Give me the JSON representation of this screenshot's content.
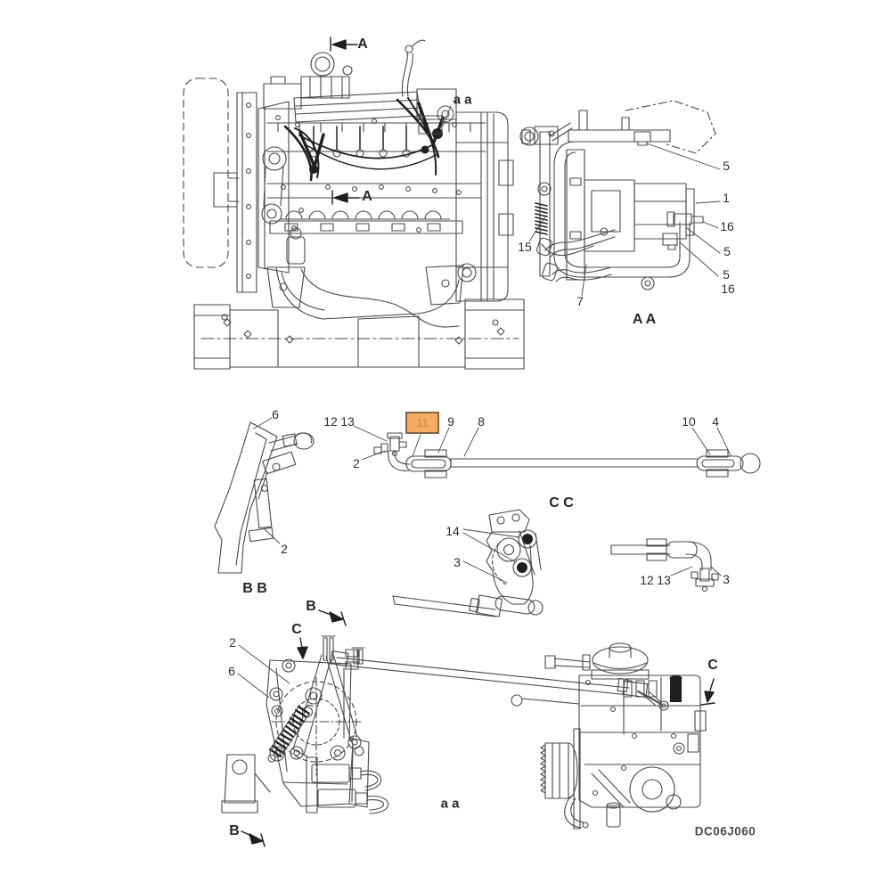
{
  "drawing": {
    "code": "DC06J060",
    "highlighted_part": "11",
    "highlight_colors": {
      "fill": "#f4ad63",
      "border": "#7d6647",
      "text": "#dd8b45"
    },
    "line_color": "#484848",
    "labels": {
      "arrow_top_a": "A",
      "arrow_mid_a": "A",
      "engine_aa": "a a",
      "aa_5_top": "5",
      "aa_1": "1",
      "aa_16_top": "16",
      "aa_5_mid": "5",
      "aa_5_bot": "5",
      "aa_16_bot": "16",
      "aa_15": "15",
      "aa_7": "7",
      "aa_title": "A A",
      "bb_6": "6",
      "bb_2": "2",
      "bb_title": "B B",
      "rod_12": "12",
      "rod_13": "13",
      "rod_2": "2",
      "rod_11": "11",
      "rod_9": "9",
      "rod_8": "8",
      "rod_10": "10",
      "rod_4": "4",
      "cc_title": "C C",
      "cc_14": "14",
      "cc_3": "3",
      "sp_12": "12",
      "sp_13": "13",
      "sp_3": "3",
      "bt_b_top": "B",
      "bt_c_left": "C",
      "bt_2": "2",
      "bt_6": "6",
      "bt_aa": "a a",
      "bt_c_right": "C",
      "bt_b_bot": "B"
    }
  }
}
